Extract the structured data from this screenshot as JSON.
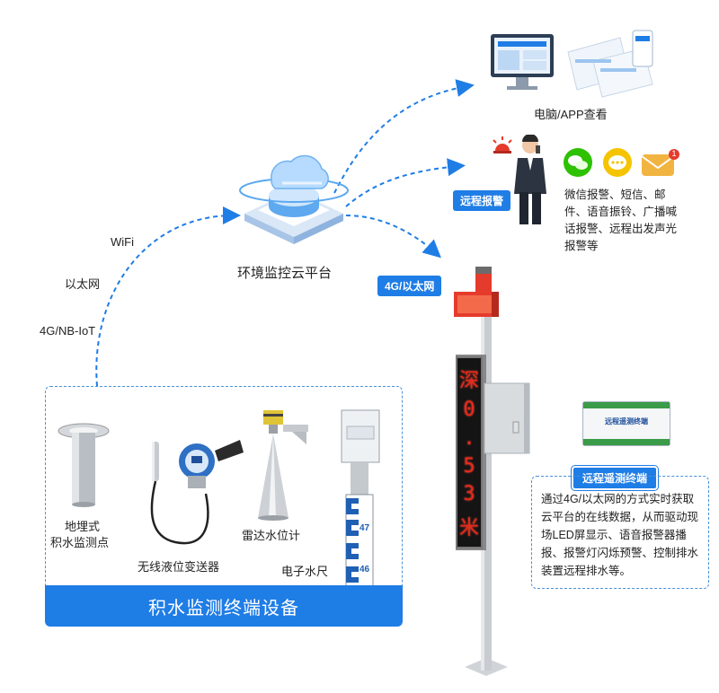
{
  "platform": {
    "title": "环境监控云平台"
  },
  "links": {
    "wifi": "WiFi",
    "ethernet": "以太网",
    "cellular": "4G/NB-IoT"
  },
  "viewers": {
    "label": "电脑/APP查看"
  },
  "remote_alarm": {
    "badge": "远程报警",
    "description": "微信报警、短信、邮件、语音振铃、广播喊话报警、远程出发声光报警等",
    "mail_badge_count": "1"
  },
  "pole_link": {
    "badge": "4G/以太网"
  },
  "led_screen": {
    "chars": [
      "深",
      "0",
      ".",
      "5",
      "3",
      "米"
    ]
  },
  "terminal": {
    "badge": "远程遥测终端",
    "device_label": "远程遥测终端",
    "description": "通过4G/以太网的方式实时获取云平台的在线数据，从而驱动现场LED屏显示、语音报警器播报、报警灯闪烁预警、控制排水装置远程排水等。"
  },
  "devices": {
    "banner": "积水监测终端设备",
    "items": [
      {
        "label_line1": "地埋式",
        "label_line2": "积水监测点"
      },
      {
        "label_line1": "无线液位变送器"
      },
      {
        "label_line1": "雷达水位计"
      },
      {
        "label_line1": "电子水尺"
      }
    ],
    "gauge_marks": [
      "47",
      "46"
    ]
  },
  "colors": {
    "accent": "#1f7de6",
    "led": "#e52a1a",
    "alarm_red": "#e53b2c",
    "wechat": "#2dc100",
    "chat": "#f5c400",
    "mail": "#f2b441"
  }
}
